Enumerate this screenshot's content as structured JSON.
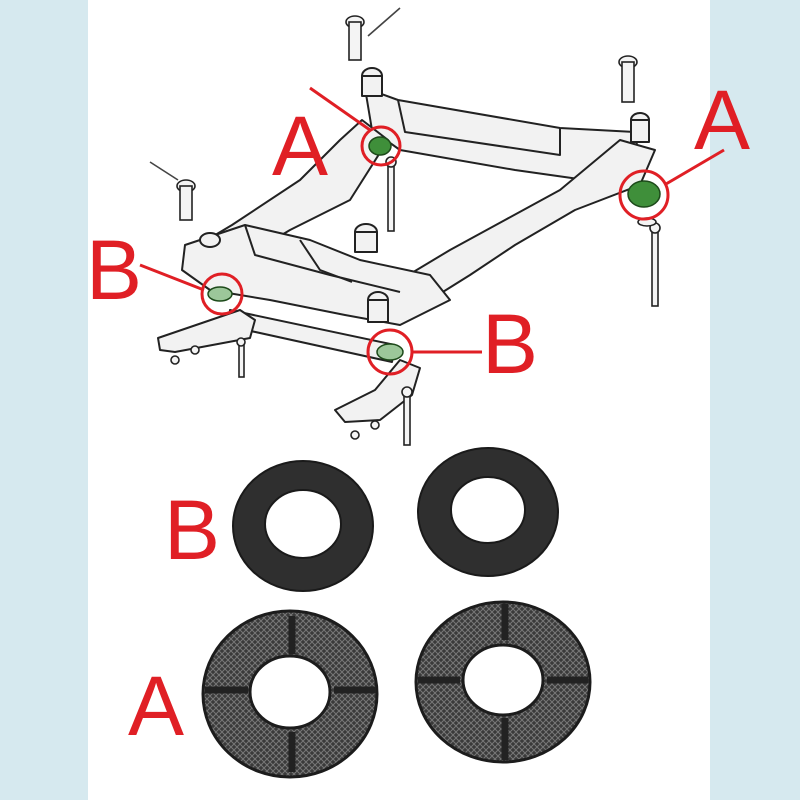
{
  "labels": {
    "a_top_left": "A",
    "a_top_right": "A",
    "b_left": "B",
    "b_right": "B",
    "b_parts": "B",
    "a_parts": "A"
  },
  "colors": {
    "background": "#d6e9ef",
    "card": "#ffffff",
    "callout_red": "#e01f25",
    "highlight_green": "#3f8f3a",
    "rubber_dark": "#2f2f2f"
  },
  "icons": {
    "frame": "subframe-diagram-icon",
    "bolt": "bolt-icon",
    "washer": "washer-ring-icon",
    "bushing": "bushing-ring-icon"
  }
}
